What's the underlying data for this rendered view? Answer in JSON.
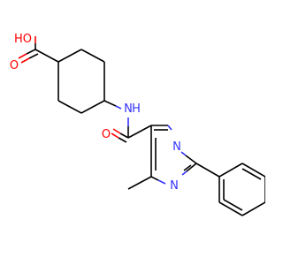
{
  "molecule": {
    "labels": {
      "ho": "HO",
      "carboxyl_o": "O",
      "amide_nh": "N",
      "amide_h": "H",
      "amide_o": "O",
      "pyr_n1": "N",
      "pyr_n3": "N"
    },
    "colors": {
      "bond": "#000000",
      "oxygen": "#ff0000",
      "nitrogen": "#3333ff"
    }
  }
}
